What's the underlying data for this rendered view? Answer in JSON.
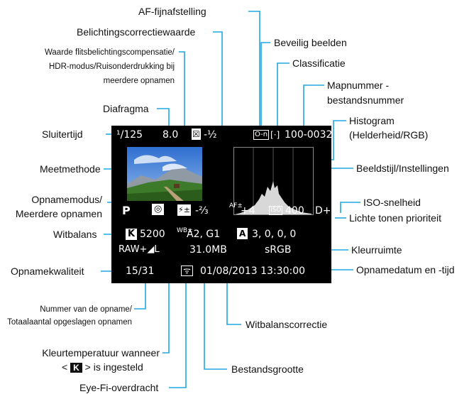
{
  "labels": {
    "af_fine": "AF-fijnafstelling",
    "exp_comp": "Belichtingscorrectiewaarde",
    "flash_line1": "Waarde flitsbelichtingscompensatie/",
    "flash_line2": "HDR-modus/Ruisonderdrukking bij",
    "flash_line3": "meerdere opnamen",
    "aperture": "Diafragma",
    "shutter": "Sluitertijd",
    "metering": "Meetmethode",
    "shoot_mode_1": "Opnamemodus/",
    "shoot_mode_2": "Meerdere opnamen",
    "white_balance": "Witbalans",
    "quality": "Opnamekwaliteit",
    "number_1": "Nummer van de opname/",
    "number_2": "Totaalaantal opgeslagen opnamen",
    "color_temp_1": "Kleurtemperatuur wanneer",
    "color_temp_2a": "<",
    "color_temp_2b": "K",
    "color_temp_2c": "> is ingesteld",
    "eyefi": "Eye-Fi-overdracht",
    "protect": "Beveilig beelden",
    "rating": "Classificatie",
    "folder_1": "Mapnummer -",
    "folder_2": "bestandsnummer",
    "histogram_1": "Histogram",
    "histogram_2": "(Helderheid/RGB)",
    "picture_style": "Beeldstijl/Instellingen",
    "iso": "ISO-snelheid",
    "highlight": "Lichte tonen prioriteit",
    "color_space": "Kleurruimte",
    "datetime": "Opnamedatum en -tijd",
    "wb_correction": "Witbalanscorrectie",
    "file_size": "Bestandsgrootte"
  },
  "screen": {
    "shutter": "¹/125",
    "aperture": "8.0",
    "exp_icon": "☒",
    "exp_value": "-½",
    "protect_icon": "O-n",
    "rating_icon": "[·]",
    "folder_file": "100-0032",
    "mode": "P",
    "metering_icon": "◎",
    "flash_icon": "⚡±",
    "flash_value": "-⅔",
    "af_icon": "AF±",
    "af_value": "+4",
    "iso_icon": "ISO",
    "iso_value": "400",
    "highlight": "D+",
    "wb_icon": "K",
    "kelvin": "5200",
    "wb_corr_icon": "WB±",
    "wb_corr": "A2, G1",
    "ps_icon": "A",
    "ps_values": "3,  0,  0,  0",
    "quality": "RAW+◢L",
    "file_size": "31.0MB",
    "color_space": "sRGB",
    "counter": "15/31",
    "eyefi_icon": "ᯤ",
    "datetime": "01/08/2013  13:30:00"
  }
}
